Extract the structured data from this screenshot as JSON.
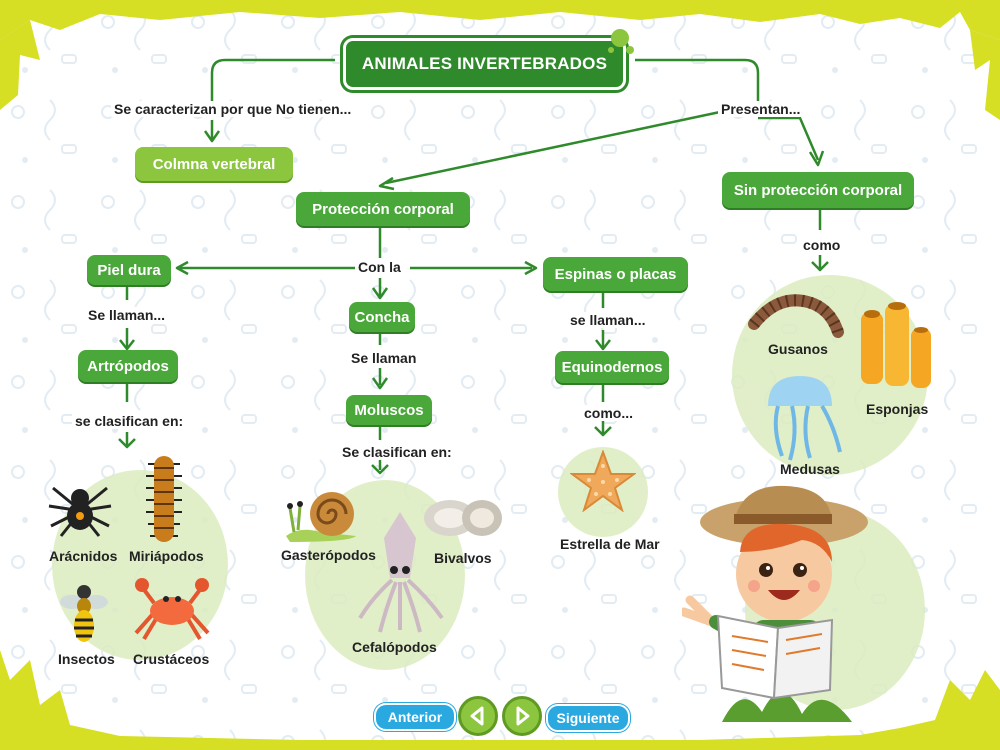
{
  "title": "ANIMALES INVERTEBRADOS",
  "colors": {
    "node": "#4aa83a",
    "node_light": "#8cc63f",
    "border_yellow": "#d6df23",
    "nav_blue": "#29a9e0",
    "line": "#2f8a2b"
  },
  "connectors": {
    "caracterizan": "Se caracterizan por que No tienen...",
    "presentan": "Presentan...",
    "con_la": "Con la",
    "se_llaman_1": "Se llaman...",
    "se_clasifican_1": "se clasifican en:",
    "se_llaman_2": "Se llaman",
    "se_clasifican_2": "Se clasifican en:",
    "se_llaman_3": "se llaman...",
    "como_3": "como...",
    "como_4": "como"
  },
  "nodes": {
    "columna": "Colmna vertebral",
    "proteccion": "Protección corporal",
    "sin_proteccion": "Sin protección corporal",
    "piel_dura": "Piel dura",
    "concha": "Concha",
    "espinas": "Espinas o placas",
    "artropodos": "Artrópodos",
    "moluscos": "Moluscos",
    "equinodermos": "Equinodernos"
  },
  "examples": {
    "aracnidos": "Arácnidos",
    "miriapodos": "Miriápodos",
    "insectos": "Insectos",
    "crustaceos": "Crustáceos",
    "gasteropodos": "Gasterópodos",
    "bivalvos": "Bivalvos",
    "cefalopodos": "Cefalópodos",
    "estrella": "Estrella de Mar",
    "gusanos": "Gusanos",
    "esponjas": "Esponjas",
    "medusas": "Medusas"
  },
  "nav": {
    "prev_label": "Anterior",
    "next_label": "Siguiente"
  },
  "icons": [
    "spider-icon",
    "centipede-icon",
    "wasp-icon",
    "crab-icon",
    "snail-icon",
    "oyster-icon",
    "squid-icon",
    "starfish-icon",
    "worm-icon",
    "sponge-icon",
    "jellyfish-icon",
    "explorer-kid-icon",
    "prev-arrow-icon",
    "next-arrow-icon"
  ]
}
